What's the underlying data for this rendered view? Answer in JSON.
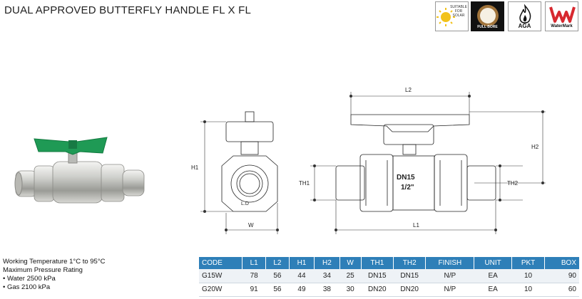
{
  "title": "DUAL APPROVED BUTTERFLY HANDLE FL X FL",
  "badges": {
    "solar": "SUITABLE FOR SOLAR",
    "fullbore": "FULL BORE",
    "aga": "AGA",
    "watermark": "WaterMark"
  },
  "drawing": {
    "l2": "L2",
    "h1": "H1",
    "h2": "H2",
    "th1": "TH1",
    "th2": "TH2",
    "w": "W",
    "l1": "L1",
    "body_marking_1": "DN15",
    "body_marking_2": "1/2\"",
    "side_marking": "L.D"
  },
  "specs": {
    "working_temperature": "Working Temperature  1°C to 95°C",
    "max_pressure": "Maximum Pressure Rating",
    "water": "• Water 2500 kPa",
    "gas": "• Gas 2100 kPa"
  },
  "table": {
    "headers": [
      "CODE",
      "L1",
      "L2",
      "H1",
      "H2",
      "W",
      "TH1",
      "TH2",
      "FINISH",
      "UNIT",
      "PKT",
      "BOX"
    ],
    "rows": [
      [
        "G15W",
        "78",
        "56",
        "44",
        "34",
        "25",
        "DN15",
        "DN15",
        "N/P",
        "EA",
        "10",
        "90"
      ],
      [
        "G20W",
        "91",
        "56",
        "49",
        "38",
        "30",
        "DN20",
        "DN20",
        "N/P",
        "EA",
        "10",
        "60"
      ]
    ]
  },
  "colors": {
    "handle_green": "#1f9a55",
    "table_header": "#2e7fb8",
    "brass": "#c9cbc8",
    "watermark_red": "#d7282f",
    "solar_yellow": "#f2c21b"
  }
}
